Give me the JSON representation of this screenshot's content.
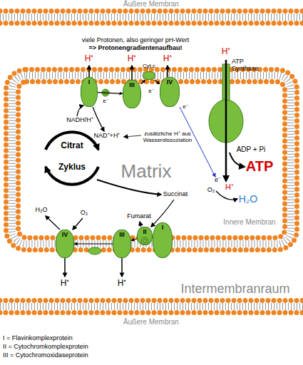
{
  "diagram": {
    "nodes": [
      {
        "text": [
          "I"
        ]
      },
      {
        "text": [
          "III"
        ]
      },
      {
        "text": [
          "Cyt c"
        ]
      },
      {
        "text": [
          "IV"
        ]
      },
      {
        "text": [
          "ATP Synthase"
        ]
      },
      {
        "text": [
          "Citrat",
          "Zyklus"
        ]
      },
      {
        "text": [
          "IV"
        ]
      },
      {
        "text": [
          "III"
        ]
      },
      {
        "text": [
          "II"
        ]
      },
      {
        "text": [
          "I"
        ]
      }
    ],
    "edges": [
      {
        "from": 0,
        "to": 1,
        "arrow": "to"
      },
      {
        "from": 1,
        "to": 2,
        "arrow": "to"
      },
      {
        "from": 2,
        "to": 3,
        "arrow": "to"
      },
      {
        "from": 8,
        "to": 7,
        "arrow": "to"
      },
      {
        "from": 7,
        "to": 6,
        "arrow": "to"
      }
    ],
    "labels": [
      "Äußere Membran",
      "viele Protonen, also geringer pH-Wert",
      "=> Protonengradientenaufbau!",
      "H⁺",
      "H⁺",
      "H⁺",
      "H⁺",
      "e⁻",
      "e⁻",
      "e⁻",
      "NADH/H⁺",
      "NAD⁺+H⁺",
      "zusätzliche H⁺ aus Wasserdissoziation",
      "Matrix",
      "ADP + Pi",
      "ATP",
      "e⁻",
      "O₂",
      "H⁺",
      "H₂O",
      "Succinat",
      "Fumarat",
      "H₂O",
      "O₂",
      "H⁺",
      "H⁺",
      "Innere Membran",
      "Intermembranraum",
      "Äußere Membran",
      "I = Flavinkomplexprotein",
      "II = Cytochromkomplexprotein",
      "III = Cytochromoxidaseprotein"
    ]
  }
}
